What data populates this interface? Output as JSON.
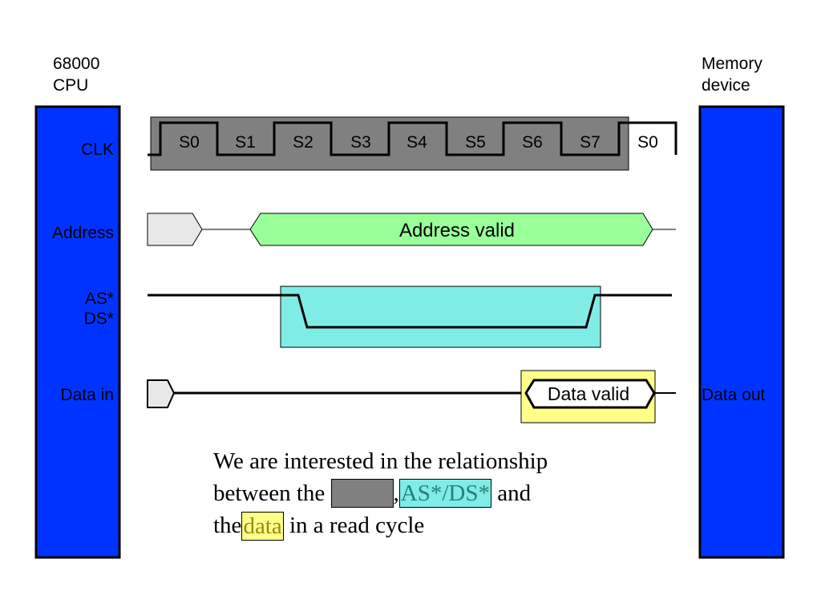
{
  "cpu": {
    "title_line1": "68000",
    "title_line2": "CPU"
  },
  "memory": {
    "title_line1": "Memory",
    "title_line2": "device"
  },
  "signals": {
    "clk": "CLK",
    "address": "Address",
    "as": "AS*",
    "ds": "DS*",
    "data_in": "Data in",
    "data_out": "Data out"
  },
  "clock_states": [
    "S0",
    "S1",
    "S2",
    "S3",
    "S4",
    "S5",
    "S6",
    "S7",
    "S0"
  ],
  "address_valid": "Address valid",
  "data_valid": "Data valid",
  "caption": {
    "line1": "We are interested in the relationship",
    "line2_start": "between the",
    "line2_comma": ",",
    "line2_as_ds": "AS*/DS*",
    "line2_end": " and",
    "line3_start": "the",
    "line3_data": "data",
    "line3_end": " in a read cycle"
  },
  "colors": {
    "bus_blue": "#0033ff",
    "clock_gray": "#808080",
    "address_green": "#99ff99",
    "strobe_cyan": "#7fede6",
    "data_yellow": "#ffff88",
    "idle_gray": "#e8e8e8"
  }
}
